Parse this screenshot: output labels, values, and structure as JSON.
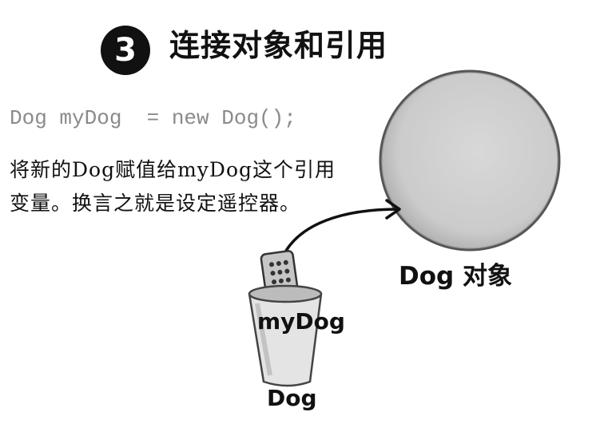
{
  "header": {
    "step_number": "3",
    "title": "连接对象和引用"
  },
  "code": {
    "line": "Dog myDog  = new Dog();"
  },
  "description": {
    "text": "将新的Dog赋值给myDog这个引用变量。换言之就是设定遥控器。"
  },
  "diagram": {
    "object_label": "Dog 对象",
    "reference_label": "myDog",
    "type_label": "Dog",
    "object_color": "#d0d0d0",
    "cup_color": "#e4e4e4",
    "remote_color": "#c6c6c6"
  }
}
